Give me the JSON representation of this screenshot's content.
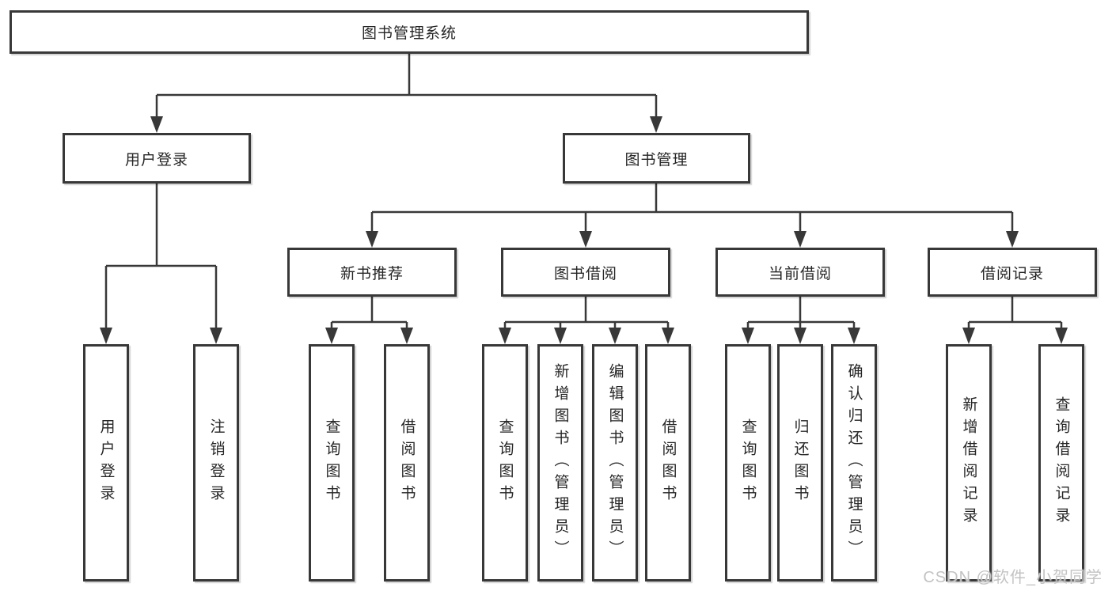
{
  "tree": {
    "root": {
      "label": "图书管理系统",
      "children": [
        {
          "label": "用户登录",
          "children": [
            {
              "label": "用户登录"
            },
            {
              "label": "注销登录"
            }
          ]
        },
        {
          "label": "图书管理",
          "children": [
            {
              "label": "新书推荐",
              "children": [
                {
                  "label": "查询图书"
                },
                {
                  "label": "借阅图书"
                }
              ]
            },
            {
              "label": "图书借阅",
              "children": [
                {
                  "label": "查询图书"
                },
                {
                  "label": "新增图书（管理员）"
                },
                {
                  "label": "编辑图书（管理员）"
                },
                {
                  "label": "借阅图书"
                }
              ]
            },
            {
              "label": "当前借阅",
              "children": [
                {
                  "label": "查询图书"
                },
                {
                  "label": "归还图书"
                },
                {
                  "label": "确认归还（管理员）"
                }
              ]
            },
            {
              "label": "借阅记录",
              "children": [
                {
                  "label": "新增借阅记录"
                },
                {
                  "label": "查询借阅记录"
                }
              ]
            }
          ]
        }
      ]
    }
  },
  "watermark": {
    "text": "CSDN @软件_小贺同学"
  },
  "colors": {
    "line": "#383838",
    "box_border": "#383838",
    "box_fill": "#ffffff",
    "text": "#262626",
    "watermark": "#c3c3c3",
    "background": "#ffffff"
  }
}
